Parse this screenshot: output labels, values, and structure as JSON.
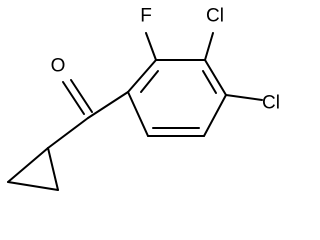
{
  "molecule": {
    "atoms": {
      "O": "O",
      "F": "F",
      "Cl3": "Cl",
      "Cl4": "Cl"
    }
  }
}
